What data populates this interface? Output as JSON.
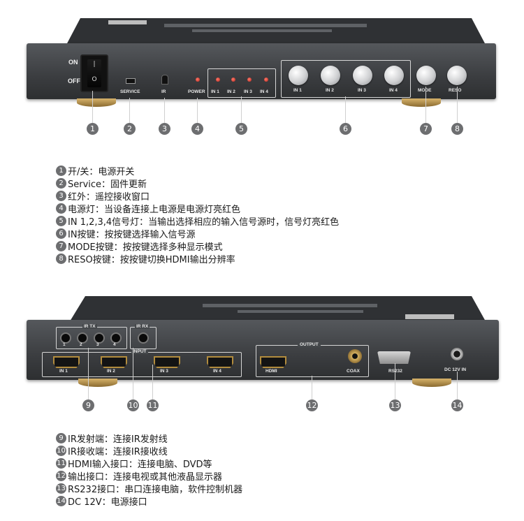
{
  "front": {
    "on": "ON",
    "off": "OFF",
    "service": "SERVICE",
    "ir": "IR",
    "power": "POWER",
    "led_labels": [
      "IN 1",
      "IN 2",
      "IN 3",
      "IN 4"
    ],
    "button_labels": [
      "IN 1",
      "IN 2",
      "IN 3",
      "IN 4",
      "MODE",
      "RESO"
    ],
    "callouts": [
      "1",
      "2",
      "3",
      "4",
      "5",
      "6",
      "7",
      "8"
    ]
  },
  "back": {
    "ir_tx": "IR TX",
    "ir_tx_ports": [
      "1",
      "2",
      "3",
      "4"
    ],
    "ir_rx": "IR RX",
    "input": "INPUT",
    "output": "OUTPUT",
    "hdmi_in": [
      "IN 1",
      "IN 2",
      "IN 3",
      "IN 4"
    ],
    "hdmi_out": "HDMI",
    "coax": "COAX",
    "rs232": "RS232",
    "dc": "DC 12V IN",
    "callouts": [
      "9",
      "10",
      "11",
      "12",
      "13",
      "14"
    ]
  },
  "legend_front": [
    {
      "n": "1",
      "text": "开/关：电源开关"
    },
    {
      "n": "2",
      "text": "Service：固件更新"
    },
    {
      "n": "3",
      "text": "红外：遥控接收窗口"
    },
    {
      "n": "4",
      "text": "电源灯：当设备连接上电源是电源灯亮红色"
    },
    {
      "n": "5",
      "text": "IN 1,2,3,4信号灯：当输出选择相应的输入信号源时，信号灯亮红色"
    },
    {
      "n": "6",
      "text": "IN按键：按按键选择输入信号源"
    },
    {
      "n": "7",
      "text": "MODE按键：按按键选择多种显示模式"
    },
    {
      "n": "8",
      "text": "RESO按键：按按键切换HDMI输出分辨率"
    }
  ],
  "legend_back": [
    {
      "n": "9",
      "text": "IR发射端：连接IR发射线"
    },
    {
      "n": "10",
      "text": "IR接收端：连接IR接收线"
    },
    {
      "n": "11",
      "text": "HDMI输入接口：连接电脑、DVD等"
    },
    {
      "n": "12",
      "text": "输出接口：连接电视或其他液晶显示器"
    },
    {
      "n": "13",
      "text": "RS232接口：串口连接电脑，软件控制机器"
    },
    {
      "n": "14",
      "text": "DC 12V：电源接口"
    }
  ],
  "colors": {
    "body": "#3b3d40",
    "callout": "#6d6e70",
    "led": "#c8271c",
    "foot": "#c9a35a"
  }
}
